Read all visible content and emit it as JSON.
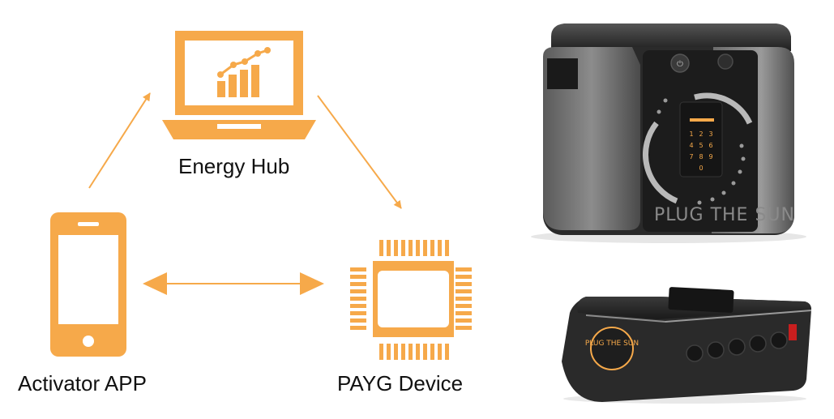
{
  "colors": {
    "accent": "#F6A94A",
    "product_dark": "#2b2b2b",
    "product_grey": "#6e6e6e"
  },
  "nodes": {
    "energy_hub": {
      "label": "Energy Hub",
      "icon": "laptop-chart-icon"
    },
    "activator_app": {
      "label": "Activator APP",
      "icon": "smartphone-icon"
    },
    "payg_device": {
      "label": "PAYG Device",
      "icon": "microchip-icon"
    }
  },
  "edges": [
    {
      "from": "activator_app",
      "to": "energy_hub",
      "direction": "one-way"
    },
    {
      "from": "energy_hub",
      "to": "payg_device",
      "direction": "one-way"
    },
    {
      "from": "activator_app",
      "to": "payg_device",
      "direction": "two-way"
    }
  ],
  "products": {
    "large_unit": {
      "logo": "PLUG THE SUN"
    },
    "small_unit": {
      "logo": "PLUG THE SUN"
    }
  }
}
